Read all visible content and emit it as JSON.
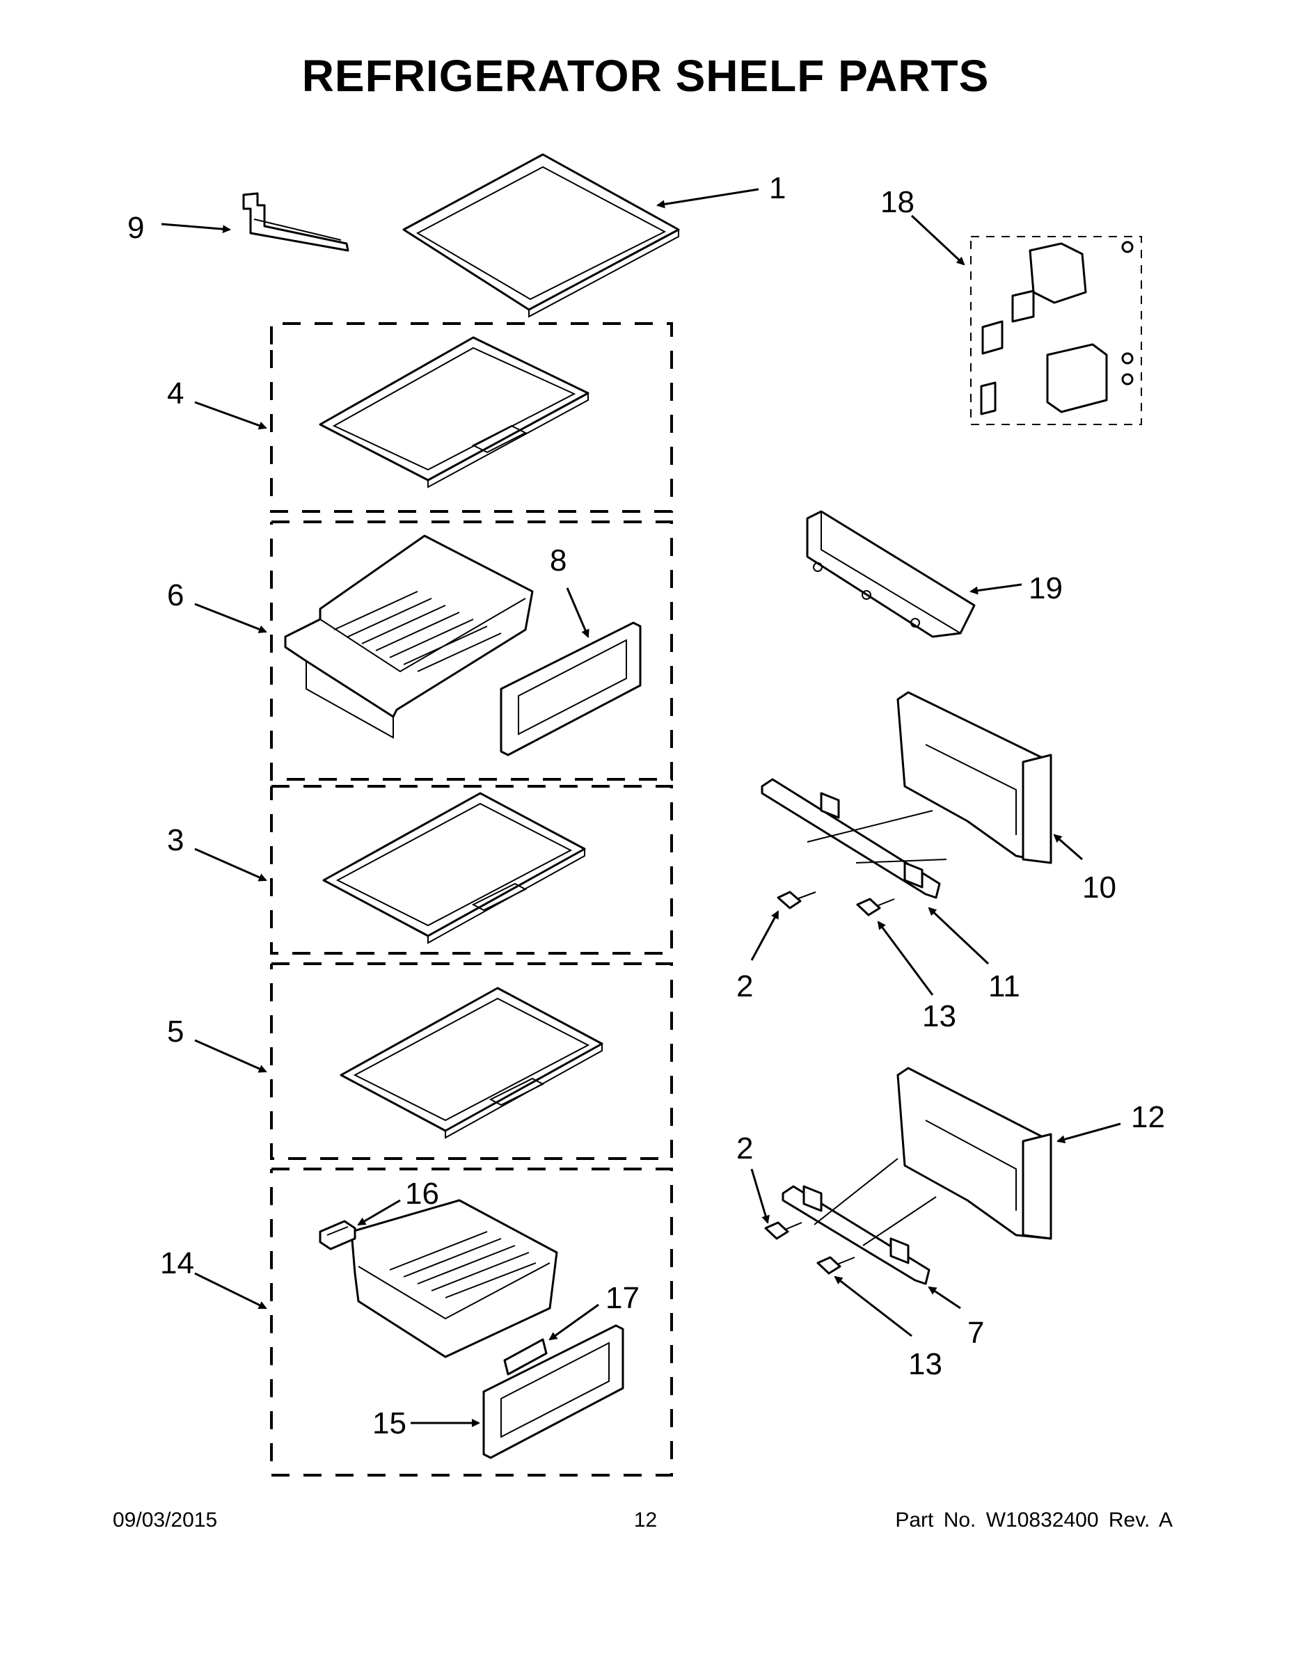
{
  "title": "REFRIGERATOR SHELF PARTS",
  "callouts": {
    "c1": "1",
    "c2a": "2",
    "c2b": "2",
    "c3": "3",
    "c4": "4",
    "c5": "5",
    "c6": "6",
    "c7": "7",
    "c8": "8",
    "c9": "9",
    "c10": "10",
    "c11": "11",
    "c12": "12",
    "c13a": "13",
    "c13b": "13",
    "c14": "14",
    "c15": "15",
    "c16": "16",
    "c17": "17",
    "c18": "18",
    "c19": "19"
  },
  "footer": {
    "date": "09/03/2015",
    "page": "12",
    "part_no": "Part No.  W10832400  Rev.  A"
  }
}
